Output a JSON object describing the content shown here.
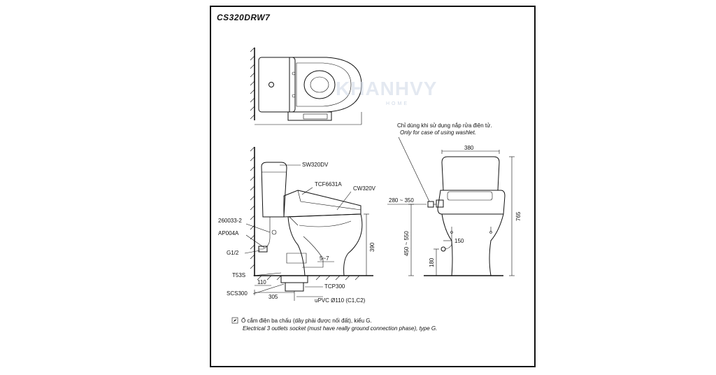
{
  "model_code": "CS320DRW7",
  "watermark": {
    "brand": "KHANHVY",
    "sub": "HOME"
  },
  "parts": {
    "seat_label": "SW320DV",
    "bidet_label": "TCF6631A",
    "bowl_label": "CW320V",
    "hose_label": "260033-2",
    "valve_label": "AP004A",
    "thread_label": "G1/2",
    "bolt_label": "T53S",
    "flange_label": "SCS300",
    "pipe_label": "TCP300",
    "drain_label": "uPVC Ø110 (C1,C2)"
  },
  "dimensions": {
    "gap": "5~7",
    "drain_height": "390",
    "base_offset": "110",
    "rough_in": "305",
    "width": "380",
    "socket_offset": "280 ~ 350",
    "socket_height": "450 ~ 550",
    "supply_offset": "150",
    "supply_height": "180",
    "total_height": "765"
  },
  "washlet_note": {
    "vi": "Chỉ dùng khi sử dụng nắp rửa điện tử.",
    "en": "Only for case of using washlet."
  },
  "legend": {
    "vi": "Ổ cắm điện ba chấu (dây phải được nối đất), kiểu G.",
    "en": "Electrical 3 outlets socket (must have really ground connection phase), type G."
  }
}
